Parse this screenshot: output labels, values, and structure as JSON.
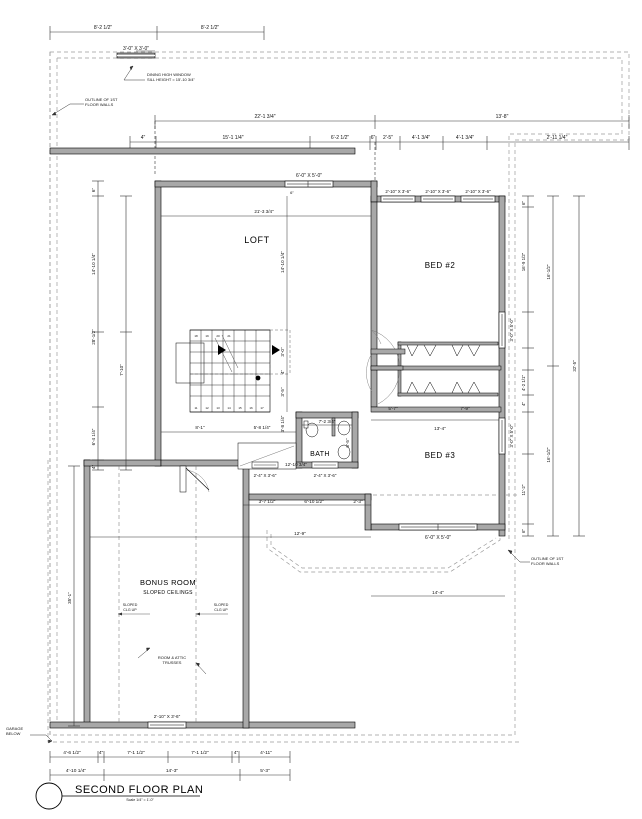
{
  "sheet": {
    "title": "SECOND FLOOR PLAN",
    "scale": "Scale 1/4\" = 1'-0\"",
    "detail_marker": "",
    "line_color": "#000000",
    "wall_fill": "#a8a8a8",
    "dim_color": "#333333",
    "dashed_color": "#999999"
  },
  "rooms": [
    {
      "name": "LOFT",
      "sub": ""
    },
    {
      "name": "BED #2",
      "sub": ""
    },
    {
      "name": "BED #3",
      "sub": ""
    },
    {
      "name": "BATH",
      "sub": ""
    },
    {
      "name": "BONUS ROOM",
      "sub": "SLOPED CEILINGS"
    }
  ],
  "notes": [
    {
      "id": "dining-window-note",
      "line1": "DINING HIGH WINDOW",
      "line2": "SILL HEIGHT = 15'-10 3/4\""
    },
    {
      "id": "outline-note-top",
      "line1": "OUTLINE OF 1ST",
      "line2": "FLOOR WALLS"
    },
    {
      "id": "outline-note-bottom",
      "line1": "OUTLINE OF 1ST",
      "line2": "FLOOR WALLS"
    },
    {
      "id": "garage-note",
      "line1": "GARAGE",
      "line2": "BELOW"
    },
    {
      "id": "truss-note",
      "line1": "ROOM & ATTIC",
      "line2": "TRUSSES"
    },
    {
      "id": "sloped-left",
      "line1": "SLOPED",
      "line2": "CLG UP"
    },
    {
      "id": "sloped-right",
      "line1": "SLOPED",
      "line2": "CLG UP"
    }
  ],
  "windows": [
    {
      "id": "dining-high-window",
      "size": "3'-0\" X 3'-0\""
    },
    {
      "id": "loft-window",
      "size": "6'-0\" X 5'-0\""
    },
    {
      "id": "bed2-window-1",
      "size": "2'-10\" X 3'-6\""
    },
    {
      "id": "bed2-window-2",
      "size": "2'-10\" X 3'-6\""
    },
    {
      "id": "bed2-window-3",
      "size": "2'-10\" X 3'-6\""
    },
    {
      "id": "bed2-side-window",
      "size": "3'-0\" X 5'-0\""
    },
    {
      "id": "bed3-side-window",
      "size": "3'-0\" X 5'-0\""
    },
    {
      "id": "bed3-window",
      "size": "6'-0\" X 5'-0\""
    },
    {
      "id": "bonus-window",
      "size": "2'-10\" X 3'-6\""
    }
  ],
  "doors": [
    {
      "id": "bath-door-left",
      "size": "2'-4\" X 3'-6\""
    },
    {
      "id": "bath-door-right",
      "size": "2'-4\" X 3'-6\""
    }
  ],
  "dimensions": {
    "top_outer": [
      "8'-2 1/2\"",
      "8'-2 1/2\""
    ],
    "top_second": [
      "22'-1 3/4\"",
      "13'-8\""
    ],
    "top_third": [
      "4\"",
      "15'-1 1/4\"",
      "6'-2 1/2\"",
      "6\"",
      "2'-5\"",
      "4'-1 3/4\"",
      "4'-1 3/4\"",
      "2'-11 1/4\""
    ],
    "left_chain": [
      "6\"",
      "14'-10 1/4\"",
      "28'-1/2\"",
      "7'-10\"",
      "6'-4 1/4\"",
      "4\""
    ],
    "left_inner": [
      "35'-1\""
    ],
    "right_chain": [
      "6\"",
      "16'-9 1/2\"",
      "3'-0\" X 5'-0\"",
      "4'-2 1/1\"",
      "2'-0\"",
      "4\"",
      "2'-6\"",
      "2'-6 1/2\"",
      "8 1/2\"",
      "16'-1/2\"",
      "11'-2\"",
      "6\""
    ],
    "right_outer": [
      "16'-1/2\"",
      "32'-5\"",
      "16'-1/2\""
    ],
    "interior": [
      "21'-3 3/4\"",
      "14'-10 1/4\"",
      "3'-0\"",
      "4\"",
      "3'-5\"",
      "3'-8 1/4\"",
      "8'-1\"",
      "5'-8 1/4\"",
      "7'-2 3/4\"",
      "6'-5\"",
      "12'-10 3/4\"",
      "5'-7\"",
      "7'-9\"",
      "13'-4\"",
      "14'-4\"",
      "3'-7 1/2\"",
      "6'-10 1/2\"",
      "2'-3\"",
      "12'-9\"",
      "4\"",
      "4\""
    ],
    "bottom_inner": [
      "4'-6 1/2\"",
      "4\"",
      "7'-1 1/2\"",
      "7'-1 1/2\"",
      "4\"",
      "4'-11\""
    ],
    "bottom_outer": [
      "4'-10 1/4\"",
      "14'-3\"",
      "5'-3\""
    ]
  }
}
